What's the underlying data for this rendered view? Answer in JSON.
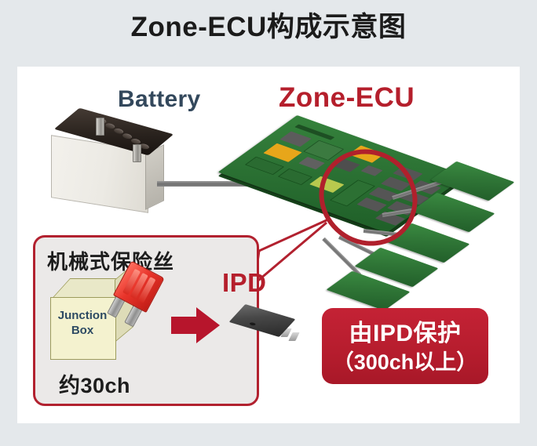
{
  "page": {
    "background_color": "#e4e8eb",
    "card_background": "#ffffff"
  },
  "title": "Zone-ECU构成示意图",
  "labels": {
    "battery": "Battery",
    "zone_ecu": "Zone-ECU",
    "ipd": "IPD"
  },
  "inset_panel": {
    "heading": "机械式保险丝",
    "junction_box_line1": "Junction",
    "junction_box_line2": "Box",
    "channel_count": "约30ch",
    "border_color": "#b2212f",
    "fill_color": "#ebe9e8"
  },
  "callout": {
    "line1": "由IPD保护",
    "line2": "（300ch以上）",
    "background_color": "#b71d2e",
    "text_color": "#ffffff"
  },
  "colors": {
    "title_text": "#1b1b1b",
    "battery_label": "#33485c",
    "accent_red": "#b51f2c",
    "pcb_green": "#2d7435",
    "cable_gray": "#7c7c7c",
    "junction_box_fill": "#f4f2cf",
    "junction_box_text": "#2d4a63",
    "fuse_red": "#e8342a",
    "chip_body": "#474747"
  },
  "graphics": {
    "highlight_ellipse_name": "ipd-array-highlight",
    "satellite_board_count": 5,
    "battery_cell_caps": 6,
    "battery_terminals": 2
  }
}
